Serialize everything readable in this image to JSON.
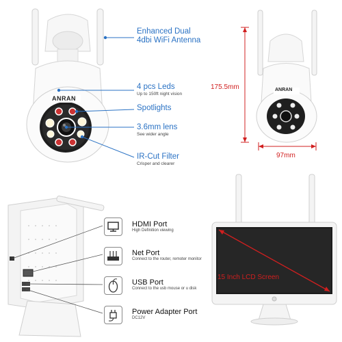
{
  "camera_features": [
    {
      "title": "Enhanced Dual",
      "title2": "4dbi WiFi Antenna",
      "subtitle": ""
    },
    {
      "title": "4 pcs Leds",
      "subtitle": "Up to 150ft night vision"
    },
    {
      "title": "Spotlights",
      "subtitle": ""
    },
    {
      "title": "3.6mm lens",
      "subtitle": "See wider angle"
    },
    {
      "title": "IR-Cut Filter",
      "subtitle": "Crisper and clearer"
    }
  ],
  "brand": "ANRAN",
  "dimensions": {
    "height": "175.5mm",
    "width": "97mm"
  },
  "ports": [
    {
      "title": "HDMI Port",
      "subtitle": "High Definition viewing",
      "icon": "monitor-icon"
    },
    {
      "title": "Net Port",
      "subtitle": "Connect to the router, remoter monitor",
      "icon": "router-icon"
    },
    {
      "title": "USB Port",
      "subtitle": "Connect to the usb mouse or u disk",
      "icon": "mouse-icon"
    },
    {
      "title": "Power Adapter Port",
      "subtitle": "DC12V",
      "icon": "power-plug-icon"
    }
  ],
  "screen_label": "15 Inch LCD Screen",
  "colors": {
    "accent": "#2a72c4",
    "dimension": "#d11f1f"
  }
}
